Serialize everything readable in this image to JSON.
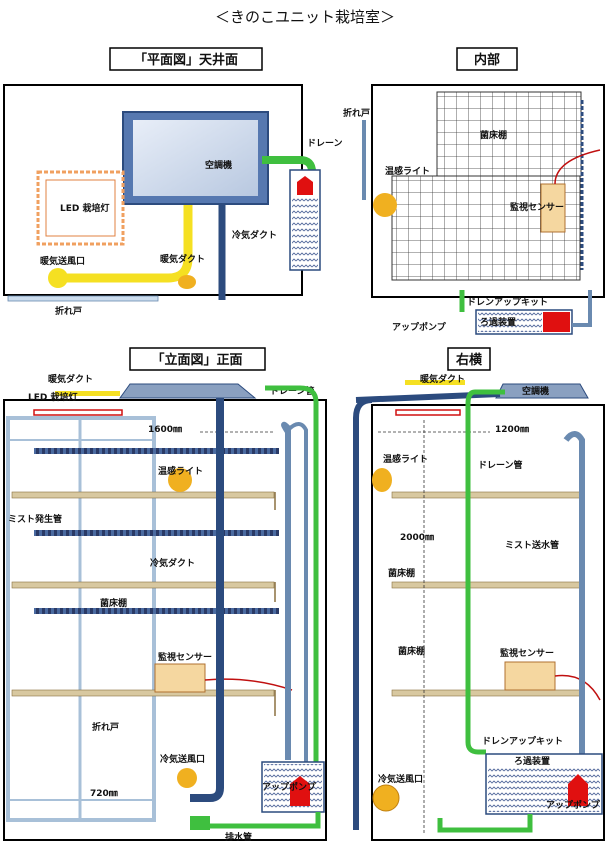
{
  "title": "＜きのこユニット栽培室＞",
  "panels": {
    "plan": "「平面図」天井面",
    "inside": "内部",
    "front": "「立面図」正面",
    "side": "右横"
  },
  "labels": {
    "aircon": "空調機",
    "drain": "ドレーン",
    "led": "LED 栽培灯",
    "exhaust_duct": "暖気ダクト",
    "cold_duct": "冷気ダクト",
    "warm_outlet": "暖気送風口",
    "folding_door": "折れ戸",
    "shelf": "菌床棚",
    "temp_light": "温感ライト",
    "sensor": "監視センサー",
    "drain_kit": "ドレンアップキット",
    "filter": "ろ過装置",
    "pump": "アップポンプ",
    "drain_pipe": "ドレーン管",
    "mist": "ミスト発生管",
    "mist2": "ミスト送水管",
    "cold_outlet": "冷気送風口",
    "drain_out": "排水管"
  },
  "dims": {
    "w1600": "1600㎜",
    "w720": "720㎜",
    "w1200": "1200㎜",
    "h2000": "2000㎜"
  },
  "colors": {
    "duct_blue": "#2c4b7e",
    "duct_yellow": "#f5e022",
    "pipe_green": "#3fbf3f",
    "pump_red": "#e01010",
    "aircon": "#5678b0"
  }
}
